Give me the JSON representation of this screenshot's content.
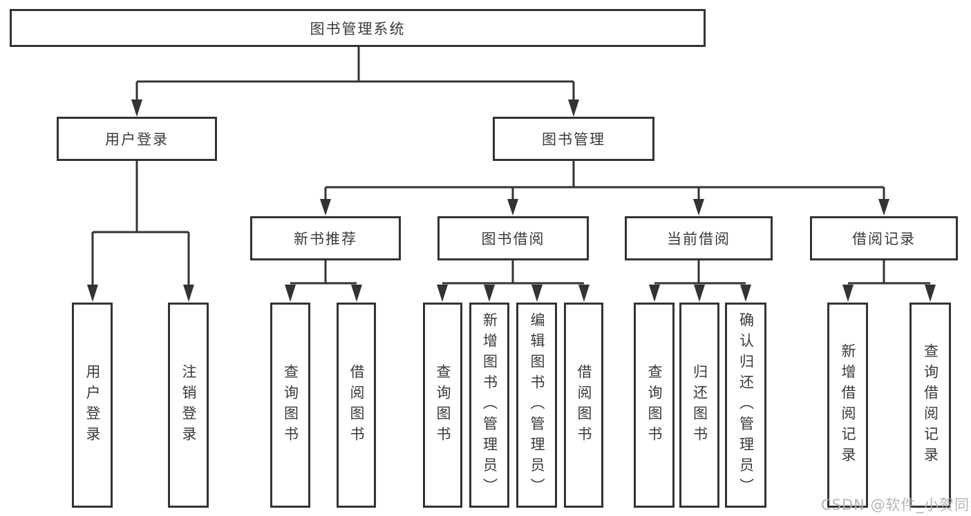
{
  "diagram": {
    "root": {
      "label": "图书管理系统"
    },
    "branches": [
      {
        "label": "用户登录",
        "leaves": [
          {
            "label": "用户登录"
          },
          {
            "label": "注销登录"
          }
        ]
      },
      {
        "label": "图书管理",
        "groups": [
          {
            "label": "新书推荐",
            "leaves": [
              {
                "label": "查询图书"
              },
              {
                "label": "借阅图书"
              }
            ]
          },
          {
            "label": "图书借阅",
            "leaves": [
              {
                "label": "查询图书"
              },
              {
                "label": "新增图书（管理员）"
              },
              {
                "label": "编辑图书（管理员）"
              },
              {
                "label": "借阅图书"
              }
            ]
          },
          {
            "label": "当前借阅",
            "leaves": [
              {
                "label": "查询图书"
              },
              {
                "label": "归还图书"
              },
              {
                "label": "确认归还（管理员）"
              }
            ]
          },
          {
            "label": "借阅记录",
            "leaves": [
              {
                "label": "新增借阅记录"
              },
              {
                "label": "查询借阅记录"
              }
            ]
          }
        ]
      }
    ]
  },
  "watermark": {
    "text": "CSDN @软件_小贺同学"
  },
  "colors": {
    "line": "#333333",
    "text": "#3a3a3a",
    "background": "#ffffff",
    "watermark": "#afafaf"
  }
}
